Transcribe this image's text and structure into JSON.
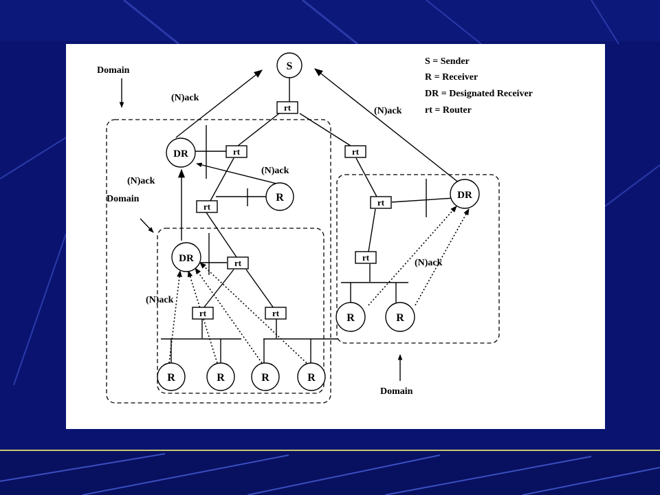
{
  "legend": {
    "sender": "S = Sender",
    "receiver": "R = Receiver",
    "designated_receiver": "DR = Designated Receiver",
    "router": "rt = Router"
  },
  "labels": {
    "sender": "S",
    "router": "rt",
    "dr": "DR",
    "receiver": "R",
    "nack": "(N)ack",
    "domain": "Domain"
  },
  "colors": {
    "background": "#0a1470",
    "panel": "#ffffff",
    "ink": "#000000"
  }
}
